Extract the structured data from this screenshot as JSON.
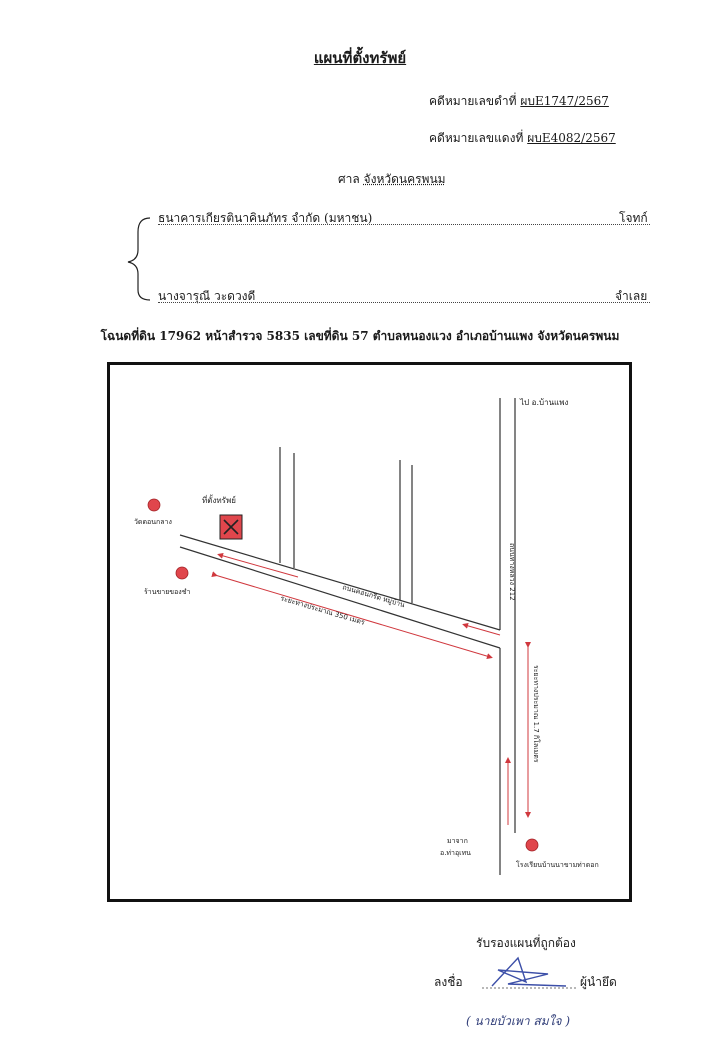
{
  "document": {
    "title": "แผนที่ตั้งทรัพย์",
    "black_case": {
      "label": "คดีหมายเลขดำที่",
      "value": "ผบE1747/2567"
    },
    "red_case": {
      "label": "คดีหมายเลขแดงที่",
      "value": "ผบE4082/2567"
    },
    "court": {
      "label": "ศาล",
      "value": "จังหวัดนครพนม"
    },
    "plaintiff": {
      "name": "ธนาคารเกียรตินาคินภัทร จำกัด (มหาชน)",
      "role": "โจทก์"
    },
    "defendant": {
      "name": "นางจารุณี  วะดวงดี",
      "role": "จำเลย"
    },
    "deed_line": "โฉนดที่ดิน 17962 หน้าสำรวจ 5835 เลขที่ดิน 57 ตำบลหนองแวง อำเภอบ้านแพง จังหวัดนครพนม"
  },
  "map": {
    "labels": {
      "to_banphaeng": "ไป อ.บ้านแพง",
      "property": "ที่ตั้งทรัพย์",
      "temple": "วัดดอนกลาง",
      "shop": "ร้านขายของชำ",
      "concrete_road": "ถนนคอนกรีต หมู่บ้าน",
      "distance_left": "ระยะทางประมาณ 350 เมตร",
      "highway": "ถนนทางหลวง 212",
      "distance_right": "ระยะทางประมาณ 1.7 กิโลเมตร",
      "from_thauthen": "มาจาก",
      "from_thauthen2": "อ.ท่าอุเทน",
      "school": "โรงเรียนบ้านนาขามท่าดอก"
    }
  },
  "footer": {
    "certify": "รับรองแผนที่ถูกต้อง",
    "sign_label": "ลงชื่อ",
    "seizer": "ผู้นำยึด",
    "printed_name": "( นายบัวเพา   สมใจ )"
  },
  "colors": {
    "marker_red": "#e0464c",
    "road_line": "#333333",
    "arrow_red": "#d0383e"
  }
}
